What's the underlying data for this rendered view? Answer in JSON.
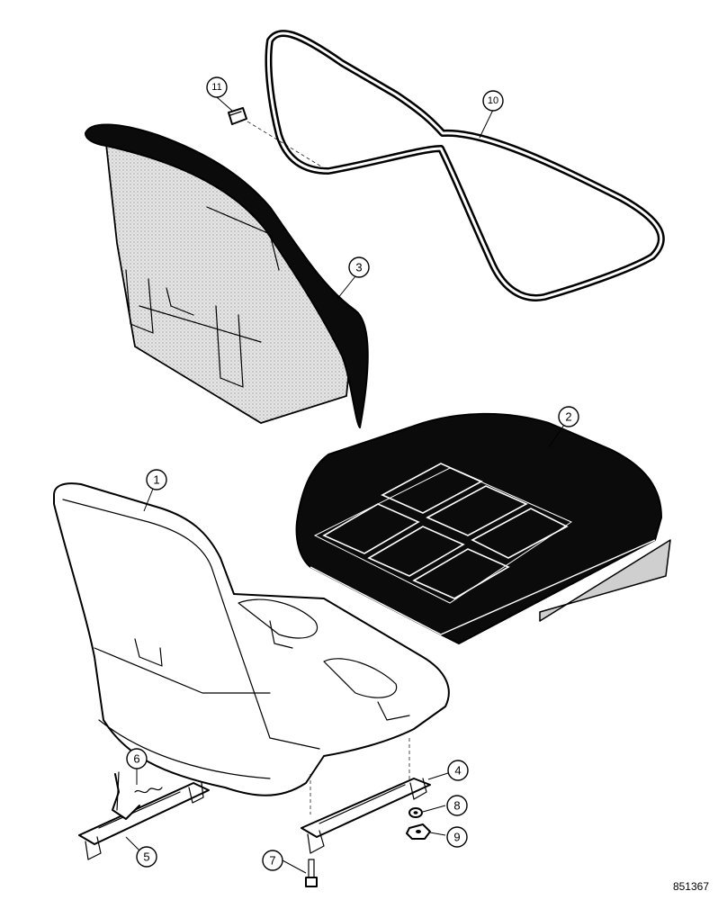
{
  "callouts": {
    "c1": "1",
    "c2": "2",
    "c3": "3",
    "c4": "4",
    "c5": "5",
    "c6": "6",
    "c7": "7",
    "c8": "8",
    "c9": "9",
    "c10": "10",
    "c11": "11"
  },
  "drawing_number": "851367",
  "colors": {
    "ink": "#000000",
    "paper": "#ffffff",
    "stipple": "#cfcfcf"
  }
}
